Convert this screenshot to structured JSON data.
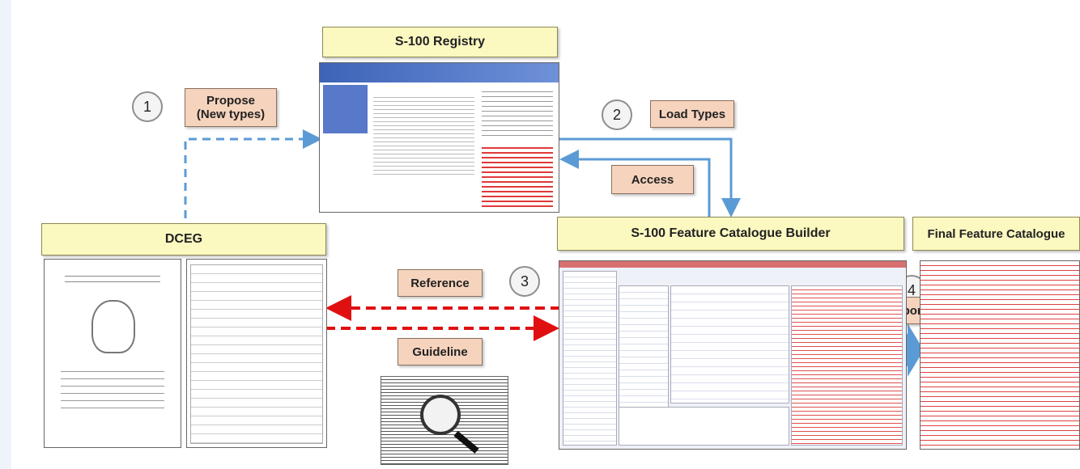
{
  "boxes": {
    "registry": "S-100 Registry",
    "dceg": "DCEG",
    "builder": "S-100 Feature Catalogue Builder",
    "final": "Final Feature Catalogue"
  },
  "labels": {
    "propose": "Propose\n(New types)",
    "load_types": "Load Types",
    "access": "Access",
    "reference": "Reference",
    "guideline": "Guideline",
    "export": "Export"
  },
  "steps": [
    "1",
    "2",
    "3",
    "4"
  ],
  "colors": {
    "yellow_box": "#fbf8c0",
    "peach_box": "#f6d3bd",
    "blue_arrow": "#5b9bd5",
    "red_arrow": "#e01010"
  }
}
